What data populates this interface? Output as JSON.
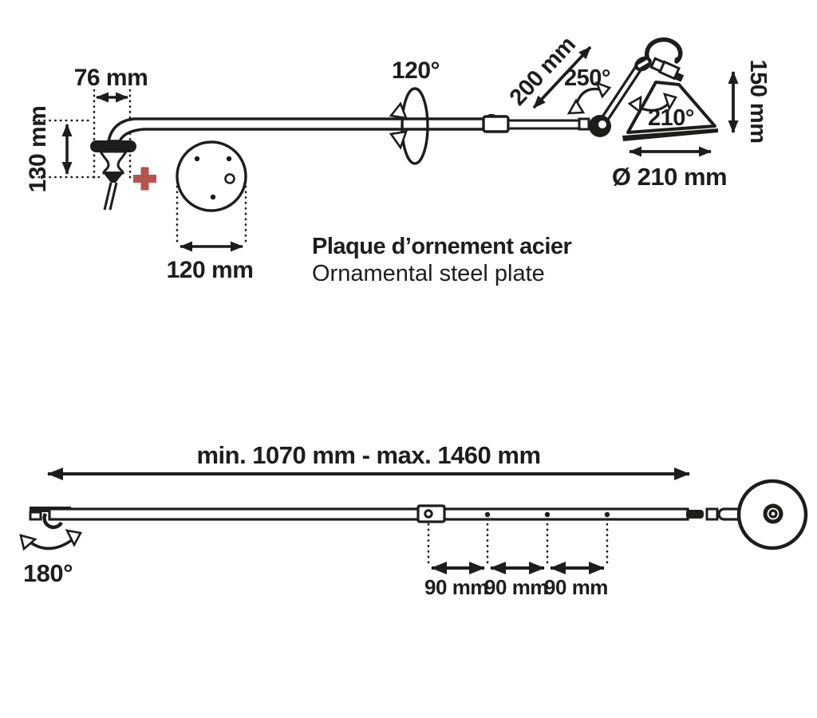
{
  "top_view": {
    "bracket_width": "76 mm",
    "bracket_height": "130 mm",
    "arm_rotation": "120°",
    "forearm_length": "200 mm",
    "elbow_angle": "250°",
    "shade_angle": "210°",
    "shade_height": "150 mm",
    "shade_diameter": "Ø 210 mm",
    "plate_diameter": "120 mm",
    "plate_title_fr": "Plaque d’ornement acier",
    "plate_title_en": "Ornamental steel plate"
  },
  "side_view": {
    "arm_range": "min. 1070 mm - max. 1460 mm",
    "wall_swivel": "180°",
    "hole_spacings": [
      "90 mm",
      "90 mm",
      "90 mm"
    ]
  },
  "colors": {
    "line": "#1d1d1b",
    "plus_accent": "#b5534f",
    "background": "#ffffff"
  }
}
